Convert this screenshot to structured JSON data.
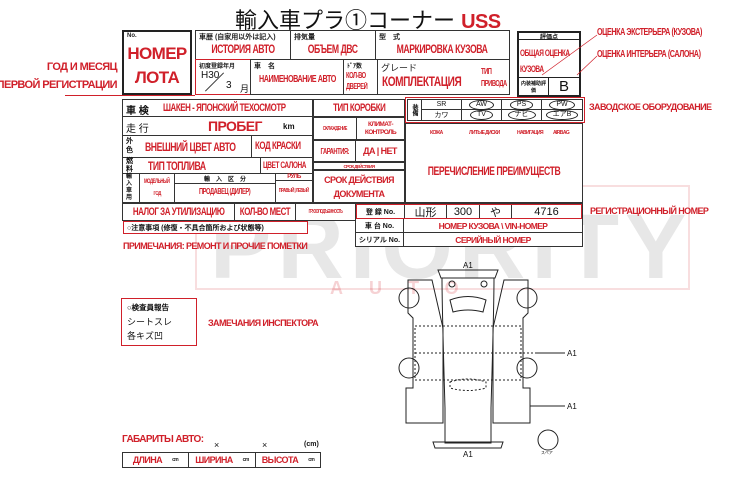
{
  "header": {
    "title": "輸入車プラ①コーナー",
    "auction": "USS"
  },
  "lot": {
    "no_label": "No.",
    "value_line1": "НОМЕР",
    "value_line2": "ЛОТА"
  },
  "annotations": {
    "first_reg_line1": "ГОД И МЕСЯЦ",
    "first_reg_line2": "ПЕРВОЙ РЕГИСТРАЦИИ",
    "exterior_score": "ОЦЕНКА ЭКСТЕРЬЕРА (КУЗОВА)",
    "interior_score": "ОЦЕНКА ИНТЕРЬЕРА (САЛОНА)",
    "factory_equipment": "ЗАВОДСКОЕ ОБОРУДОВАНИЕ",
    "reg_number": "РЕГИСТРАЦИОННЫЙ НОМЕР",
    "notes": "ПРИМЕЧАНИЯ: РЕМОНТ И ПРОЧИЕ ПОМЕТКИ",
    "inspector": "ЗАМЕЧАНИЯ ИНСПЕКТОРА",
    "dimensions": "ГАБАРИТЫ АВТО:"
  },
  "fields": {
    "history": {
      "jp": "車歴 (自家用以外は記入)",
      "value": "ИСТОРИЯ АВТО"
    },
    "displacement": {
      "jp": "排気量",
      "value": "ОБЪЕМ ДВС"
    },
    "model_code": {
      "jp": "型　式",
      "value": "МАРКИРОВКА КУЗОВА"
    },
    "first_reg": {
      "jp": "初度登録年月",
      "era": "H30",
      "month": "3",
      "month_unit": "月"
    },
    "car_name": {
      "jp": "車　名",
      "value": "НАИМЕНОВАНИЕ АВТО"
    },
    "doors": {
      "jp": "ﾄﾞｱ数",
      "value_line1": "КОЛ-ВО",
      "value_line2": "ДВЕРЕЙ"
    },
    "grade": {
      "jp": "グレード",
      "value": "КОМПЛЕКТАЦИЯ"
    },
    "drive": {
      "value_line1": "ТИП",
      "value_line2": "ПРИВОДА"
    },
    "shaken": {
      "jp": "車 検",
      "value": "ШАКЕН - ЯПОНСКИЙ ТЕХОСМОТР"
    },
    "mileage": {
      "jp": "走 行",
      "value": "ПРОБЕГ",
      "unit": "km"
    },
    "ext_color": {
      "jp": "外色",
      "value": "ВНЕШНИЙ ЦВЕТ АВТО",
      "code": "КОД КРАСКИ"
    },
    "fuel": {
      "jp": "燃料",
      "value": "ТИП ТОПЛИВА",
      "interior_color": "ЦВЕТ САЛОНА"
    },
    "import": {
      "jp": "輸入車用",
      "model_year_line1": "МОДЕЛЬНЫЙ",
      "model_year_line2": "ГОД",
      "import_div": "輸　入　区　分",
      "dealer": "ПРОДАВЕЦ (ДИЛЕР)",
      "steering": "РУЛЬ",
      "steering_value": "ПРАВЫЙ | ЛЕВЫЙ"
    },
    "recycle": "НАЛОГ ЗА УТИЛИЗАЦИЮ",
    "seats": "КОЛ-ВО МЕСТ",
    "capacity": "ГРУЗОПОДЪЕМНОСТЬ",
    "notes_jp": "○注意事項 (修復・不具合箇所および状態等)",
    "transmission": "ТИП КОРОБКИ",
    "cooling": "ОХЛАЖДЕНИЕ",
    "climate_line1": "КЛИМАТ-",
    "climate_line2": "КОНТРОЛЬ",
    "warranty": "ГАРАНТИЯ:",
    "warranty_value": "ДА | НЕТ",
    "validity_small": "СРОК ДЕЙСТВИЯ",
    "doc_validity_line1": "СРОК ДЕЙСТВИЯ",
    "doc_validity_line2": "ДОКУМЕНТА"
  },
  "score": {
    "jp": "評価点",
    "overall_line1": "ОБЩАЯ ОЦЕНКА",
    "overall_line2": "КУЗОВА",
    "interior_jp": "内装補助評価",
    "interior": "B"
  },
  "equipment": {
    "jp": "装備",
    "row1": [
      "SR",
      "AW",
      "PS",
      "PW"
    ],
    "row2": [
      "カワ",
      "TV",
      "ナビ",
      "エアB"
    ],
    "labels": [
      "КОЖА",
      "ЛИТЫЕ ДИСКИ",
      "НАВИГАЦИЯ",
      "AIRBAG"
    ],
    "advantages": "ПЕРЕЧИСЛЕНИЕ ПРЕИМУЩЕСТВ"
  },
  "registration": {
    "reg_jp": "登 録 No.",
    "region": "山形",
    "class": "300",
    "kana": "や",
    "number": "4716",
    "chassis_jp": "車 台 No.",
    "chassis": "НОМЕР КУЗОВА \\ VIN-НОМЕР",
    "serial_jp": "シリアル No.",
    "serial": "СЕРИЙНЫЙ НОМЕР"
  },
  "inspector": {
    "title": "○検査員報告",
    "line1": "シートスレ",
    "line2": "各キズ凹"
  },
  "dimensions": {
    "x1": "×",
    "x2": "×",
    "unit_label": "(cm)",
    "length": "ДЛИНА",
    "width": "ШИРИНА",
    "height": "ВЫСОТА",
    "cm": "cm"
  },
  "diagram": {
    "top": "A1",
    "right1": "A1",
    "right2": "A1",
    "bottom": "A1",
    "spare": "スペア"
  },
  "watermark": {
    "brand": "PRIORITY",
    "sub": "AUTO"
  },
  "colors": {
    "accent": "#d0202a"
  }
}
